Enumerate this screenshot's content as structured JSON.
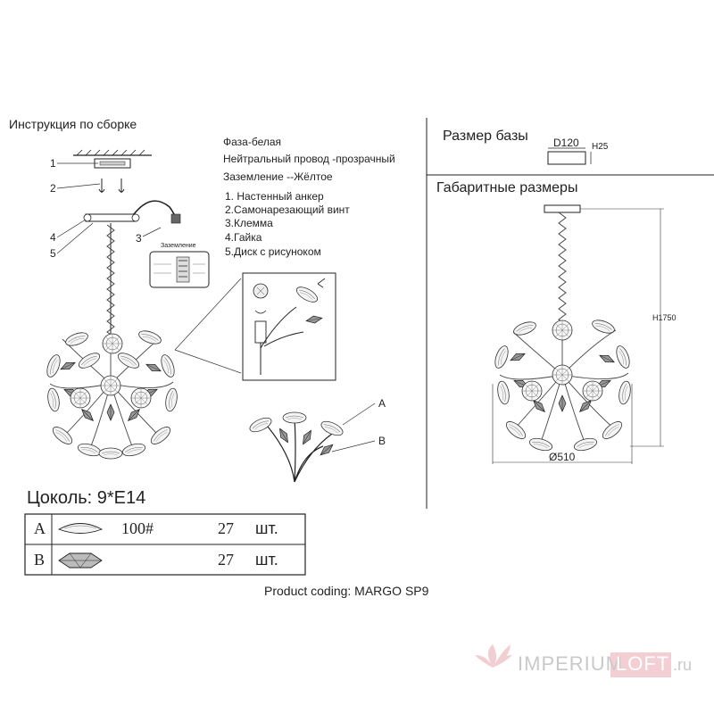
{
  "left_title": "Инструкция по сборке",
  "wiring": {
    "phase": "Фаза-белая",
    "neutral": "Нейтральный провод -прозрачный",
    "ground": "Заземление --Жёлтое"
  },
  "parts": [
    "1. Настенный анкер",
    "2.Самонарезающий винт",
    "3.Клемма",
    "4.Гайка",
    "5.Диск с рисуноком"
  ],
  "callouts": {
    "n1": "1",
    "n2": "2",
    "n3": "3",
    "n4": "4",
    "n5": "5",
    "A": "A",
    "B": "B"
  },
  "terminal": {
    "label": "Заземление"
  },
  "base": {
    "title": "Размер базы",
    "d": "D120",
    "h": "H25"
  },
  "overall": {
    "title": "Габаритные размеры",
    "height": "H1750",
    "diameter": "Ø510"
  },
  "socket": "Цоколь:  9*E14",
  "table": {
    "rows": [
      {
        "letter": "A",
        "code": "100#",
        "qty": "27",
        "unit": "шт."
      },
      {
        "letter": "B",
        "code": "",
        "qty": "27",
        "unit": "шт."
      }
    ]
  },
  "product_coding": "Product coding: MARGO SP9",
  "watermark": {
    "brand_a": "IMPERIUM",
    "brand_b": "LOFT",
    "tld": ".ru"
  }
}
